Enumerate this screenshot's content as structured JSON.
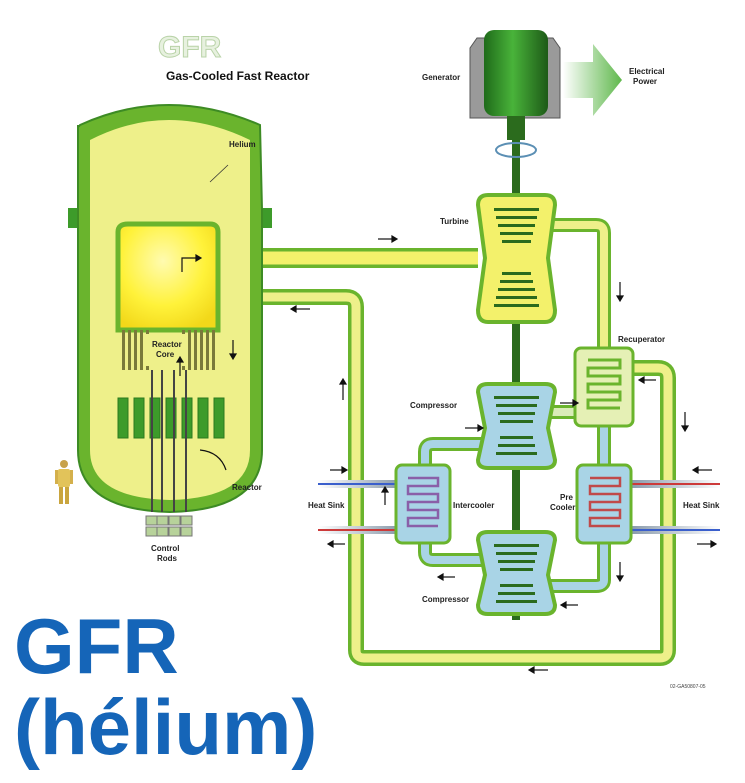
{
  "diagram": {
    "logo_text": "GFR",
    "subtitle": "Gas-Cooled Fast Reactor",
    "labels": {
      "generator": "Generator",
      "electrical_power_line1": "Electrical",
      "electrical_power_line2": "Power",
      "helium": "Helium",
      "turbine": "Turbine",
      "reactor_core_line1": "Reactor",
      "reactor_core_line2": "Core",
      "recuperator": "Recuperator",
      "compressor_upper": "Compressor",
      "compressor_lower": "Compressor",
      "heat_sink_left": "Heat Sink",
      "heat_sink_right": "Heat Sink",
      "intercooler": "Intercooler",
      "pre_cooler_line1": "Pre",
      "pre_cooler_line2": "Cooler",
      "reactor": "Reactor",
      "control_rods_line1": "Control",
      "control_rods_line2": "Rods",
      "figure_id": "02-GA50807-05"
    }
  },
  "caption": {
    "line1": "GFR",
    "line2": "(hélium)"
  },
  "colors": {
    "pipe_green": "#6ab42d",
    "pipe_yellow": "#eef08a",
    "core_yellow": "#fff23a",
    "cold_blue": "#a9d4e6",
    "caption_blue": "#1565b8"
  }
}
